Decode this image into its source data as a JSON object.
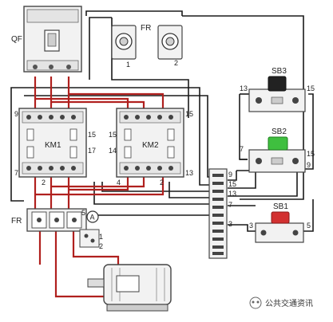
{
  "labels": {
    "qf": "QF",
    "fr_top": "FR",
    "fr_top_pin1": "1",
    "fr_top_pin2": "2",
    "km1": "KM1",
    "km2": "KM2",
    "fr_left": "FR",
    "ammeter": "A",
    "sb3": "SB3",
    "sb2": "SB2",
    "sb1": "SB1"
  },
  "terminals": {
    "km1_left_top": "9",
    "km1_left_bottom": "7",
    "km1_right_top": "15",
    "km1_right_mid": "17",
    "km1_bottom": "2",
    "km2_left_top": "15",
    "km2_left_mid": "14",
    "km2_right_top": "15",
    "km2_right_bottom": "13",
    "km2_bottom": "2",
    "km2_bottom_left": "4",
    "strip_9": "9",
    "strip_15": "15",
    "strip_13": "13",
    "strip_7": "7",
    "strip_3": "3",
    "sb3_left": "13",
    "sb3_right": "15",
    "sb2_left": "7",
    "sb2_right": "15",
    "sb2_bottom": "9",
    "sb1_left": "3",
    "sb1_right": "5",
    "fr_left_pin": "1",
    "fr_left_pin2": "2",
    "fr_left_pin5": "5"
  },
  "watermark": "公共交通资讯",
  "colors": {
    "wire_dark": "#1a1a1a",
    "wire_red": "#b0201e",
    "wire_gray": "#555555",
    "device_body": "#f2f2f2",
    "device_edge": "#444444",
    "sb2_button": "#3fbf3f",
    "sb1_button": "#d23030",
    "sb3_button": "#222222"
  }
}
